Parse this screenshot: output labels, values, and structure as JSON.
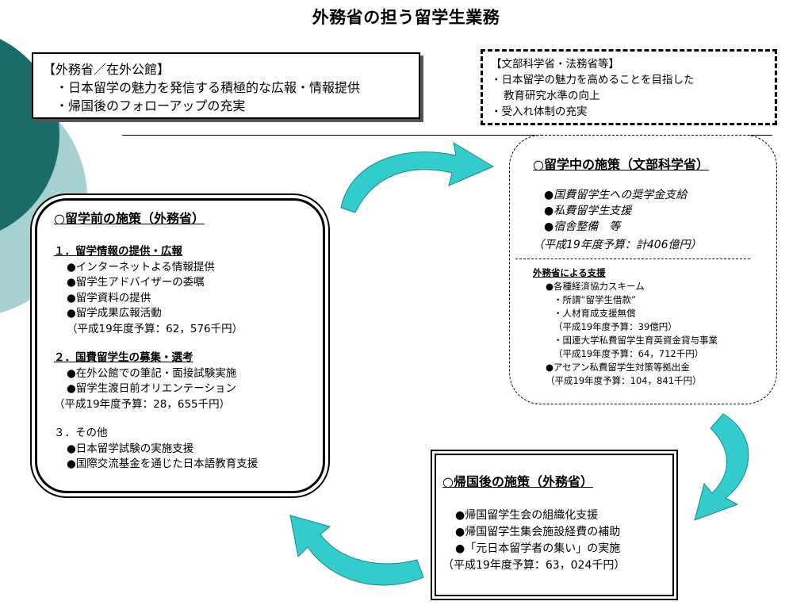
{
  "title": "外務省の担う留学生業務",
  "mofa_box": {
    "heading": "【外務省／在外公館】",
    "items": [
      "・日本留学の魅力を発信する積極的な広報・情報提供",
      "・帰国後のフォローアップの充実"
    ]
  },
  "mext_box": {
    "heading": "【文部科学省・法務省等】",
    "items": [
      "・日本留学の魅力を高めることを目指した",
      "教育研究水準の向上",
      "・受入れ体制の充実"
    ]
  },
  "during": {
    "heading": "○留学中の施策（文部科学省）",
    "items": [
      "●国費留学生への奨学金支給",
      "●私費留学生支援",
      "●宿舎整備　等"
    ],
    "budget": "（平成19年度予算：計406億円）",
    "mofa_support": {
      "title": "外務省による支援",
      "lines": [
        "●各種経済協力スキーム",
        "・所謂“留学生借款”",
        "・人材育成支援無償",
        "（平成19年度予算：39億円）",
        "・国連大学私費留学生育英資金貸与事業",
        "（平成19年度予算：64，712千円）",
        "●アセアン私費留学生対策等拠出金",
        "（平成19年度予算：104，841千円）"
      ]
    }
  },
  "pre": {
    "heading": "○留学前の施策（外務省）",
    "section1": {
      "title": "１．留学情報の提供・広報",
      "items": [
        "●インターネットよる情報提供",
        "●留学生アドバイザーの委嘱",
        "●留学資料の提供",
        "●留学成果広報活動"
      ],
      "budget": "（平成19年度予算：62，576千円）"
    },
    "section2": {
      "title": "２．国費留学生の募集・選考",
      "items": [
        "●在外公館での筆記・面接試験実施",
        "●留学生渡日前オリエンテーション"
      ],
      "budget": "（平成19年度予算：28，655千円）"
    },
    "section3": {
      "title": "３．その他",
      "items": [
        "●日本留学試験の実施支援",
        "●国際交流基金を通じた日本語教育支援"
      ]
    }
  },
  "return": {
    "heading": "○帰国後の施策（外務省）",
    "items": [
      "●帰国留学生会の組織化支援",
      "●帰国留学生集会施設経費の補助",
      "●「元日本留学者の集い」の実施"
    ],
    "budget": "（平成19年度予算：63，024千円）"
  },
  "colors": {
    "arrow": "#33cccc",
    "circle_dark": "#1b6b6b",
    "circle_light": "#a6d1d3"
  }
}
